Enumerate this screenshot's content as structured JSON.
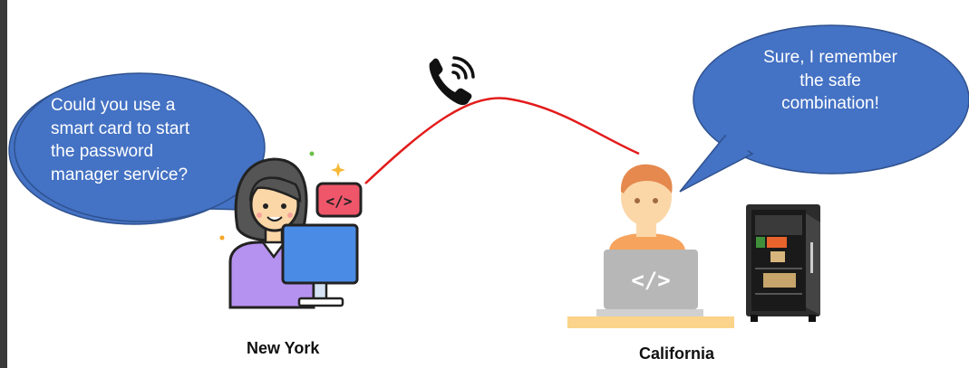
{
  "left_person": {
    "speech": [
      "Could you use a",
      "smart card to start",
      "the password",
      "manager service?"
    ],
    "location": "New York"
  },
  "right_person": {
    "speech": [
      "Sure, I remember",
      "the safe",
      "combination!"
    ],
    "location": "California"
  },
  "icons": {
    "phone": "phone-ringing-icon",
    "code_tag": "code-tag-icon",
    "laptop_code": "laptop-code-icon",
    "safe": "safe-icon"
  },
  "colors": {
    "bubble": "#4472c4",
    "bubble_border": "#2f528f",
    "call_line": "#e31b1b",
    "code_tag": "#f0566a"
  }
}
